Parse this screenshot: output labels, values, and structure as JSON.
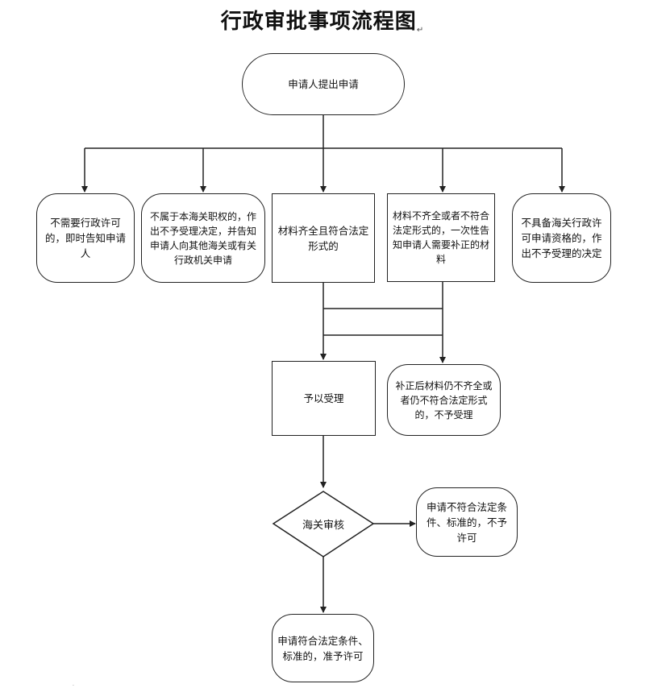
{
  "title": "行政审批事项流程图",
  "title_mark": "↵",
  "nodes": {
    "start": "申请人提出申请",
    "b1": "不需要行政许可的，即时告知申请人",
    "b2": "不属于本海关职权的，作出不予受理决定，并告知申请人向其他海关或有关行政机关申请",
    "b3": "材料齐全且符合法定形式的",
    "b4": "材料不齐全或者不符合法定形式的，一次性告知申请人需要补正的材料",
    "b5": "不具备海关行政许可申请资格的，作出不予受理的决定",
    "accept": "予以受理",
    "reject_after": "补正后材料仍不齐全或者仍不符合法定形式的，不予受理",
    "review": "海关审核",
    "deny": "申请不符合法定条件、标准的，不予许可",
    "grant": "申请符合法定条件、标准的，准予许可"
  },
  "stray_mark": "."
}
